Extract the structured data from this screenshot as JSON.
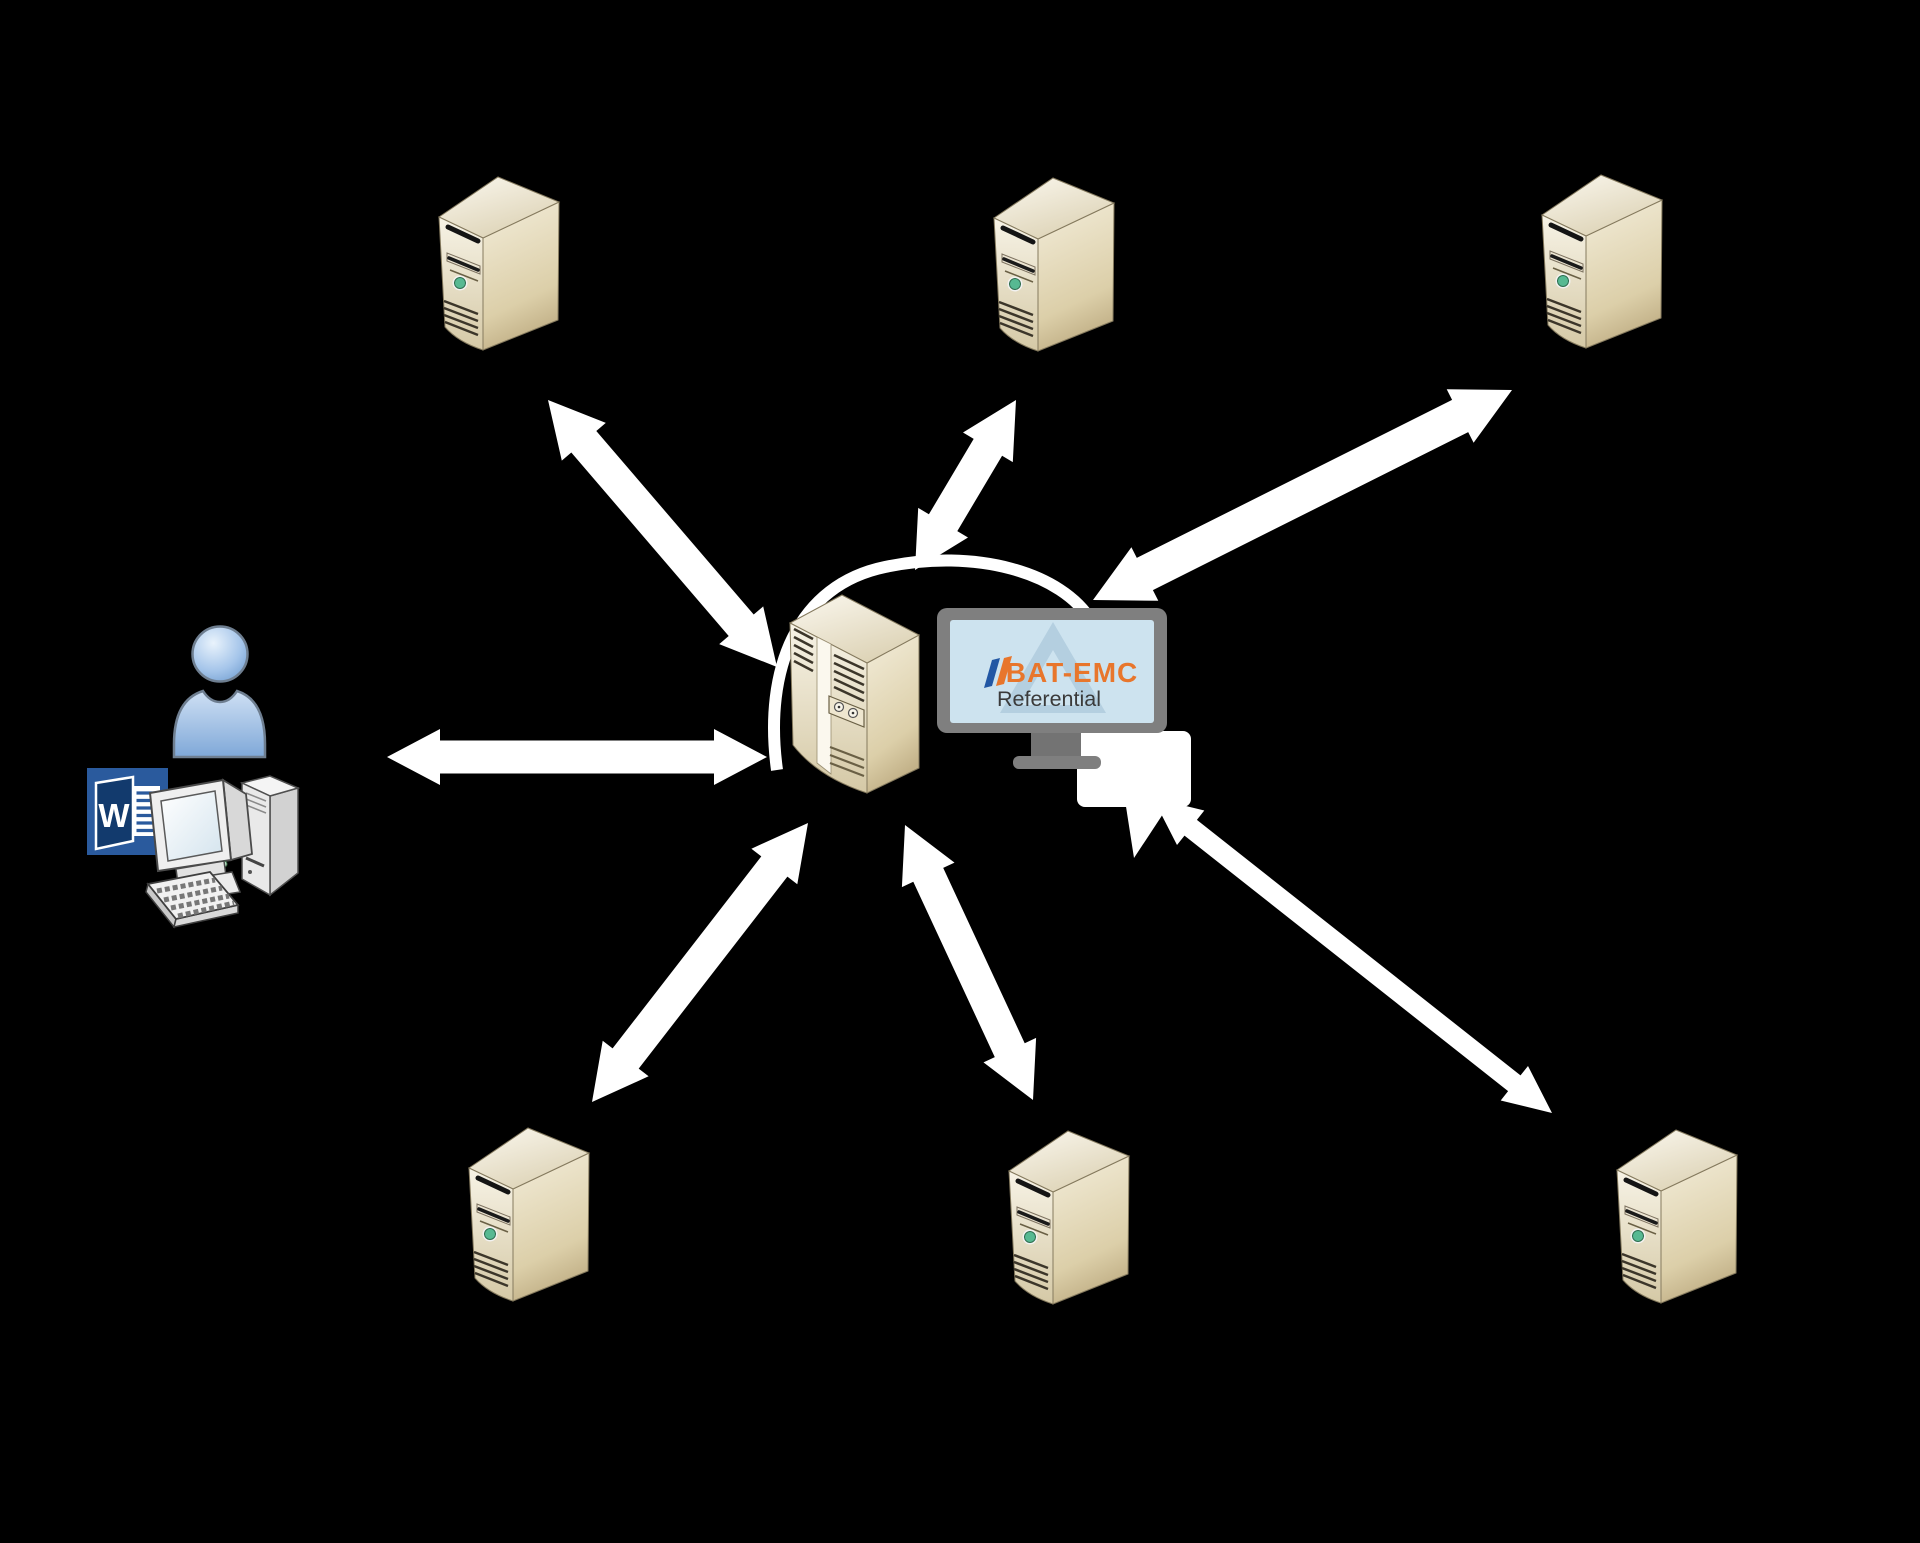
{
  "title": "BAT-EMC Referential hub-and-spoke server diagram",
  "colors": {
    "background": "#000000",
    "arrow": "#FFFFFF",
    "server_front": "#F2EDDD",
    "server_side": "#D9CDAB",
    "server_outline": "#857A5E",
    "power_led_green": "#57B992",
    "monitor_frame": "#7F7F7F",
    "monitor_screen": "#CDE3EF",
    "watermark": "#B4CFE0",
    "word_blue": "#2A5A9D",
    "word_page_navy": "#123A6D",
    "person_blue": "#8FB3E0",
    "pc_grey": "#EDEDED"
  },
  "monitor": {
    "brand": "BAT-EMC",
    "brand_color": "#E8762C",
    "label": "Referential",
    "label_color": "#3A3A3A",
    "logo_slash_blue": "#2257A4",
    "logo_slash_orange": "#E8762C"
  },
  "word_icon": {
    "letter": "W"
  },
  "nodes": {
    "center_server": "referential-server",
    "satellites": [
      "server-top-left",
      "server-top-center",
      "server-top-right",
      "server-bottom-left",
      "server-bottom-center",
      "server-bottom-right"
    ],
    "workstation": [
      "user",
      "word-document",
      "desktop-computer"
    ]
  },
  "links": [
    {
      "from": "referential-server",
      "to": "server-top-left",
      "style": "double-arrow"
    },
    {
      "from": "referential-server",
      "to": "server-top-center",
      "style": "double-arrow"
    },
    {
      "from": "referential-server",
      "to": "server-top-right",
      "style": "double-arrow"
    },
    {
      "from": "referential-server",
      "to": "server-bottom-left",
      "style": "double-arrow"
    },
    {
      "from": "referential-server",
      "to": "server-bottom-center",
      "style": "double-arrow"
    },
    {
      "from": "referential-server",
      "to": "server-bottom-right",
      "style": "double-arrow"
    },
    {
      "from": "referential-server",
      "to": "workstation",
      "style": "double-arrow"
    },
    {
      "from": "referential-server",
      "to": "monitor",
      "style": "arc"
    },
    {
      "from": "monitor",
      "to": "down-left",
      "style": "big-arrowhead"
    }
  ]
}
